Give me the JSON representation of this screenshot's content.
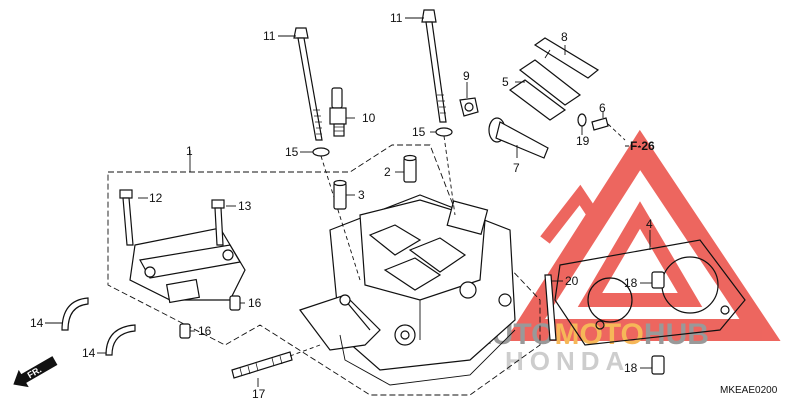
{
  "diagram": {
    "code": "MKEAE0200",
    "reference": "F-26",
    "direction_label": "FR.",
    "watermark": {
      "brand_left": "AUTO",
      "brand_mid": "MOTO",
      "brand_right": "HUB",
      "brand_sub": "HONDA",
      "colors": {
        "red": "#e8332a",
        "orange": "#f4a021",
        "gray": "#777777"
      }
    },
    "callouts": [
      {
        "id": "1",
        "text": "1"
      },
      {
        "id": "2",
        "text": "2"
      },
      {
        "id": "3",
        "text": "3"
      },
      {
        "id": "4",
        "text": "4"
      },
      {
        "id": "5",
        "text": "5"
      },
      {
        "id": "6",
        "text": "6"
      },
      {
        "id": "7",
        "text": "7"
      },
      {
        "id": "8",
        "text": "8"
      },
      {
        "id": "9",
        "text": "9"
      },
      {
        "id": "10",
        "text": "10"
      },
      {
        "id": "11a",
        "text": "11"
      },
      {
        "id": "11b",
        "text": "11"
      },
      {
        "id": "12",
        "text": "12"
      },
      {
        "id": "13",
        "text": "13"
      },
      {
        "id": "14a",
        "text": "14"
      },
      {
        "id": "14b",
        "text": "14"
      },
      {
        "id": "15a",
        "text": "15"
      },
      {
        "id": "15b",
        "text": "15"
      },
      {
        "id": "16a",
        "text": "16"
      },
      {
        "id": "16b",
        "text": "16"
      },
      {
        "id": "17",
        "text": "17"
      },
      {
        "id": "18a",
        "text": "18"
      },
      {
        "id": "18b",
        "text": "18"
      },
      {
        "id": "19",
        "text": "19"
      },
      {
        "id": "20",
        "text": "20"
      }
    ]
  }
}
